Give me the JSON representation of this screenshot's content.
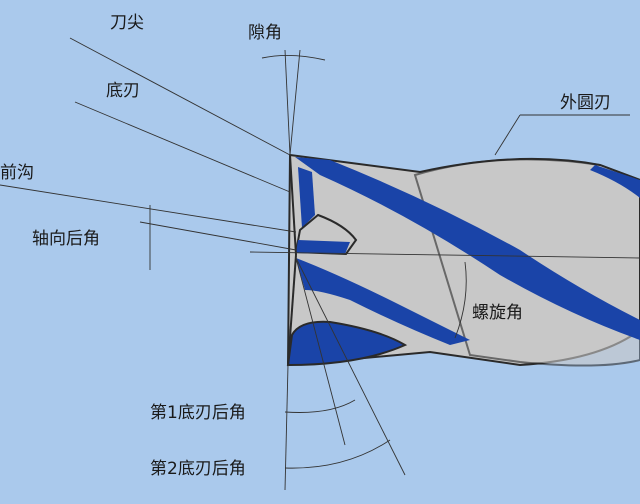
{
  "title": "立铣刀几何角度",
  "labels": {
    "tip": "刀尖",
    "clearance_angle": "隙角",
    "end_edge": "底刃",
    "peripheral_edge": "外圆刃",
    "front_flute": "前沟",
    "axial_rake_angle": "轴向后角",
    "helix_angle": "螺旋角",
    "first_end_clearance": "第1底刃后角",
    "second_end_clearance": "第2底刃后角"
  },
  "colors": {
    "background": "#aac9ec",
    "body": "#c8c8c8",
    "flute": "#1a44a8"
  }
}
